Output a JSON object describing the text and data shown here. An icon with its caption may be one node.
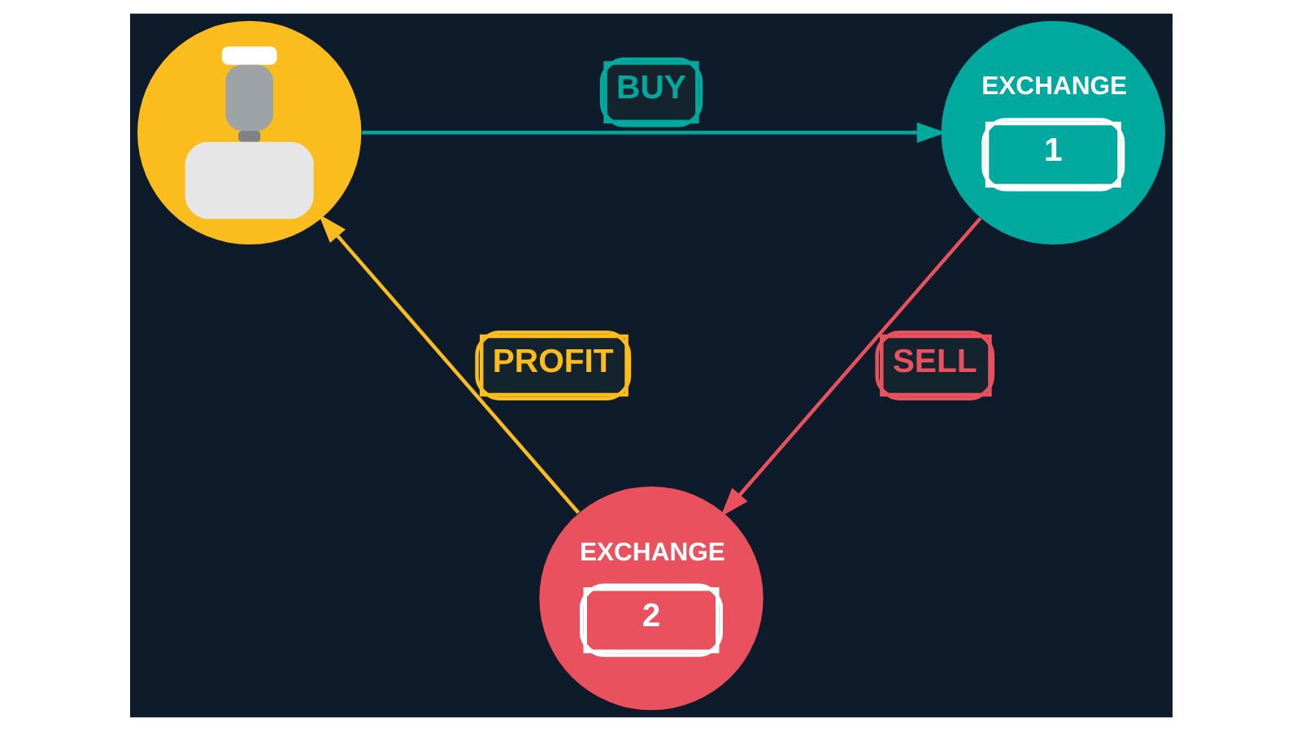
{
  "diagram": {
    "nodes": [
      {
        "text": [],
        "shape": "person"
      },
      {
        "text": [
          "EXCHANGE",
          "1"
        ]
      },
      {
        "text": [
          "EXCHANGE",
          "2"
        ]
      }
    ],
    "edges": [
      {
        "from": 0,
        "to": 1,
        "arrow": "to",
        "label": "BUY",
        "color": "#00a99d"
      },
      {
        "from": 1,
        "to": 2,
        "arrow": "to",
        "label": "SELL",
        "color": "#e9515f"
      },
      {
        "from": 2,
        "to": 0,
        "arrow": "to",
        "label": "PROFIT",
        "color": "#fbbd1e"
      }
    ]
  }
}
